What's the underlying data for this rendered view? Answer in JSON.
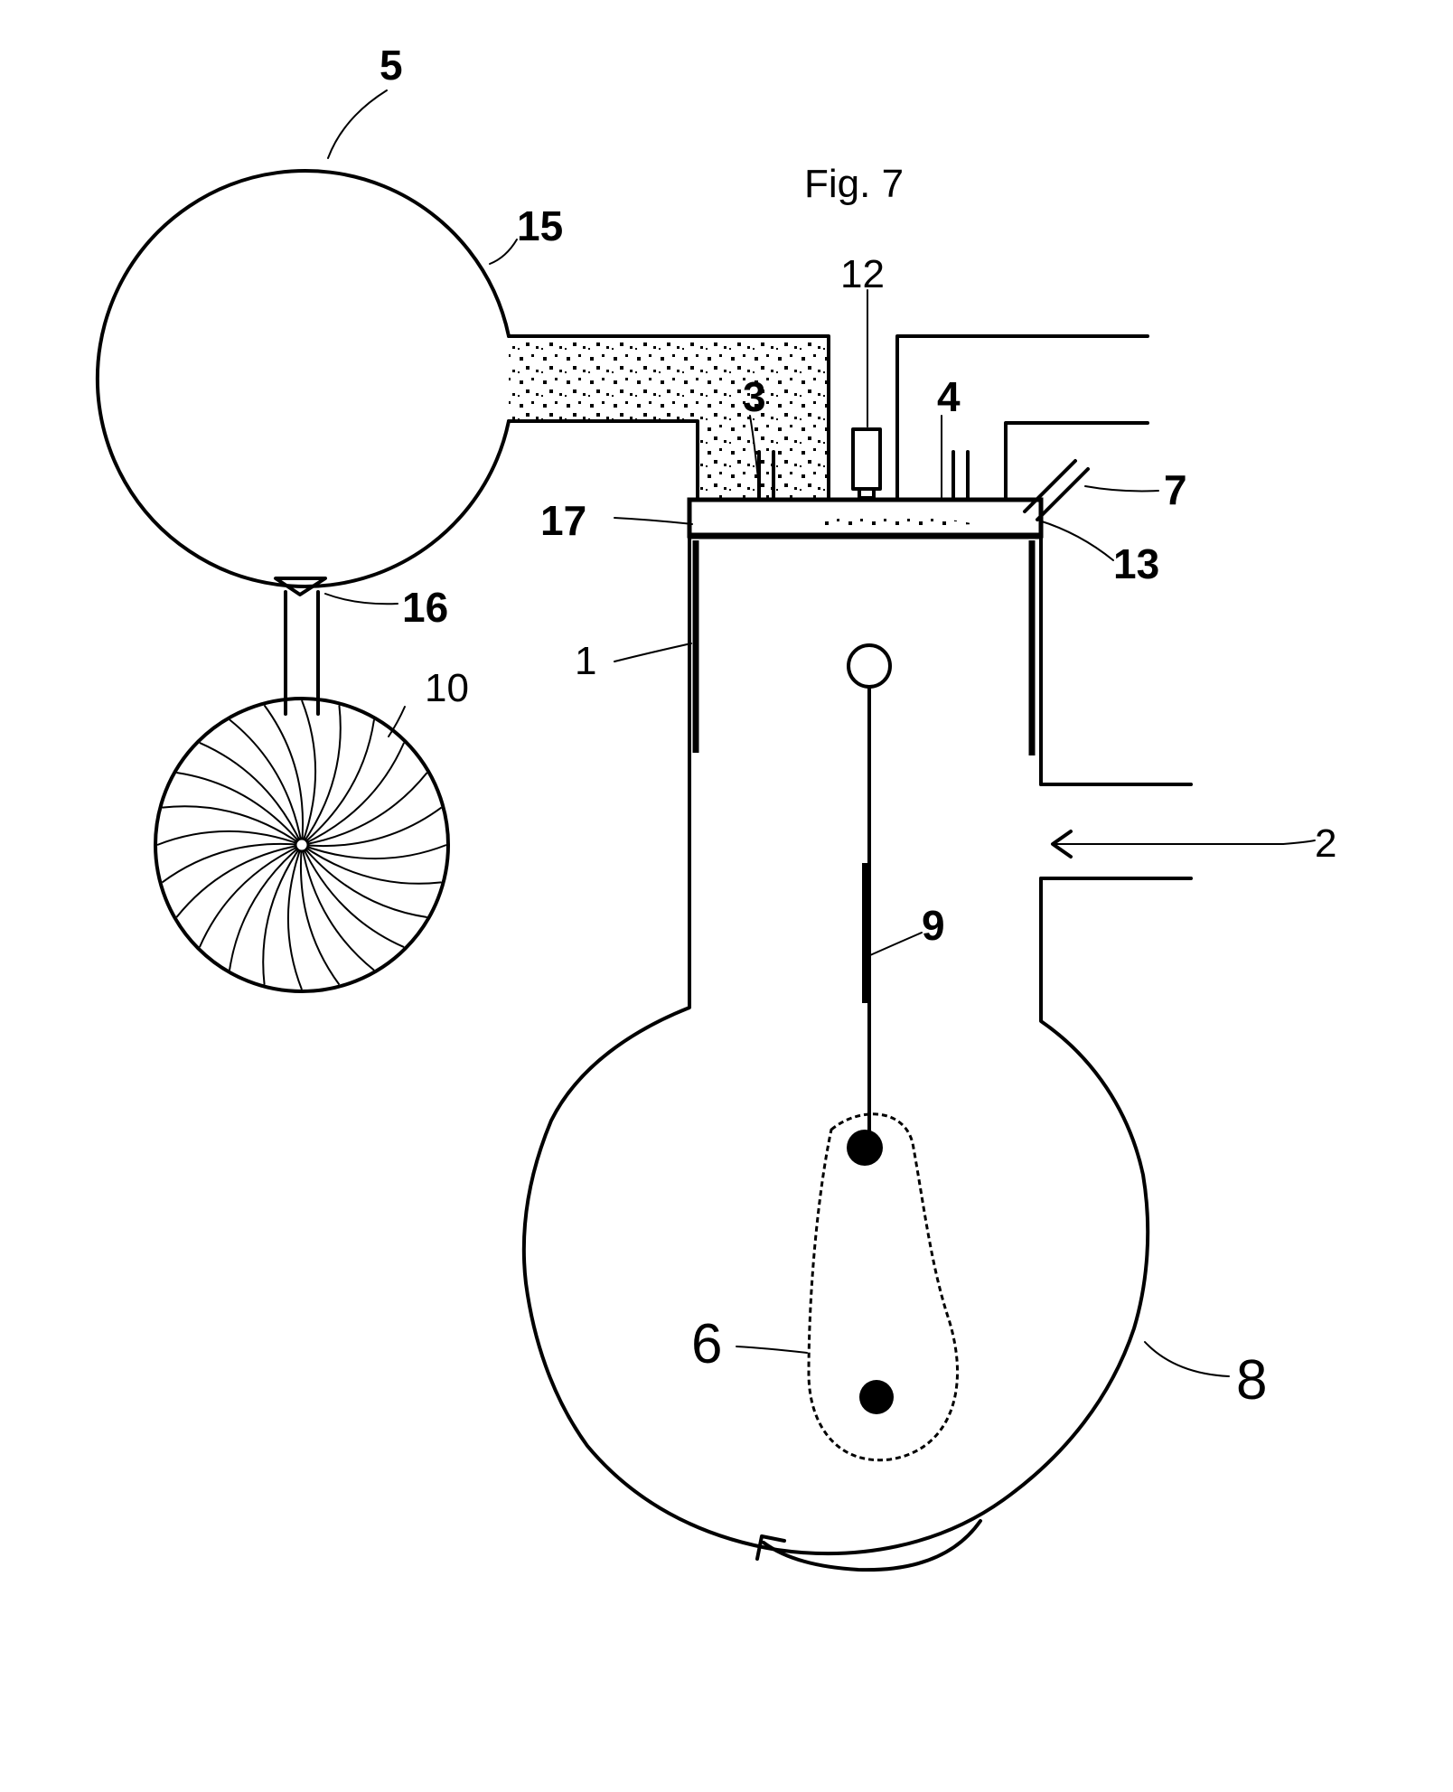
{
  "figure": {
    "title": "Fig. 7",
    "labels": {
      "l5": "5",
      "l15": "15",
      "l16": "16",
      "l10": "10",
      "l12": "12",
      "l3": "3",
      "l4": "4",
      "l7": "7",
      "l13": "13",
      "l17": "17",
      "l1": "1",
      "l2": "2",
      "l9": "9",
      "l6": "6",
      "l8": "8"
    }
  }
}
